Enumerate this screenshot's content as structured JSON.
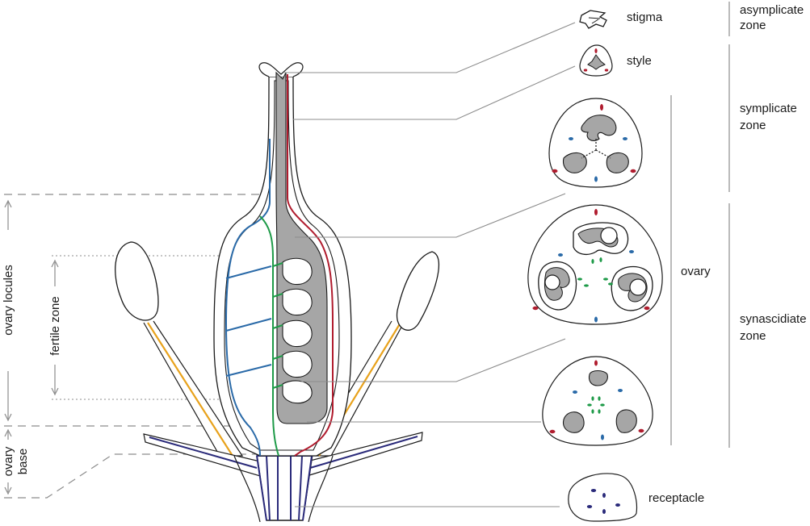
{
  "labels": {
    "stigma": "stigma",
    "style": "style",
    "ovary": "ovary",
    "receptacle": "receptacle",
    "asymplicate_zone": [
      "asymplicate",
      "zone"
    ],
    "symplicate_zone": [
      "symplicate",
      "zone"
    ],
    "synascidiate_zone": [
      "synascidiate",
      "zone"
    ],
    "ovary_locules": "ovary locules",
    "fertile_zone": "fertile zone",
    "ovary_base": [
      "ovary",
      "base"
    ]
  },
  "colors": {
    "outline": "#1a1a1a",
    "leader": "#8c8c8c",
    "tissue_grey": "#a6a6a6",
    "red_bundle": "#b01c2e",
    "blue_bundle": "#2a6aa8",
    "green_bundle": "#1e9a48",
    "orange_bundle": "#e8a21c",
    "navy_bundle": "#2a2a7a"
  }
}
